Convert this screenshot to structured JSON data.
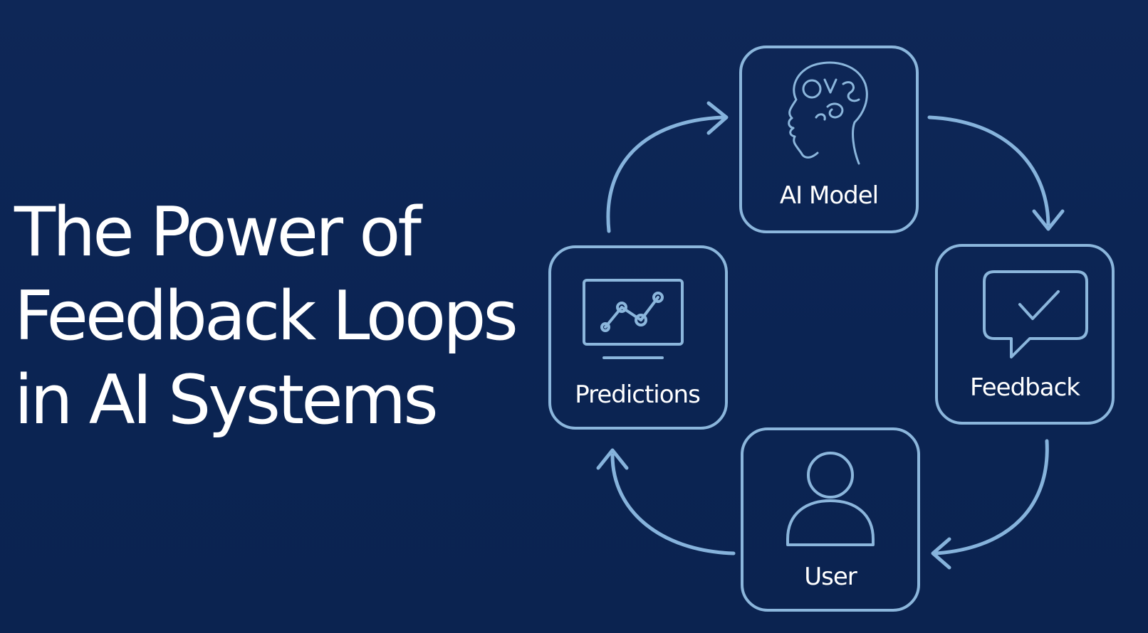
{
  "slide": {
    "title_lines": [
      "The Power of",
      "Feedback Loops",
      "in AI Systems"
    ]
  },
  "diagram": {
    "nodes": {
      "ai_model": {
        "label": "AI Model",
        "icon": "brain-head-icon"
      },
      "feedback": {
        "label": "Feedback",
        "icon": "chat-check-icon"
      },
      "user": {
        "label": "User",
        "icon": "user-icon"
      },
      "predictions": {
        "label": "Predictions",
        "icon": "monitor-chart-icon"
      }
    }
  },
  "colors": {
    "background": "#0d2554",
    "accent": "#8bb6dc",
    "text": "#ffffff"
  }
}
